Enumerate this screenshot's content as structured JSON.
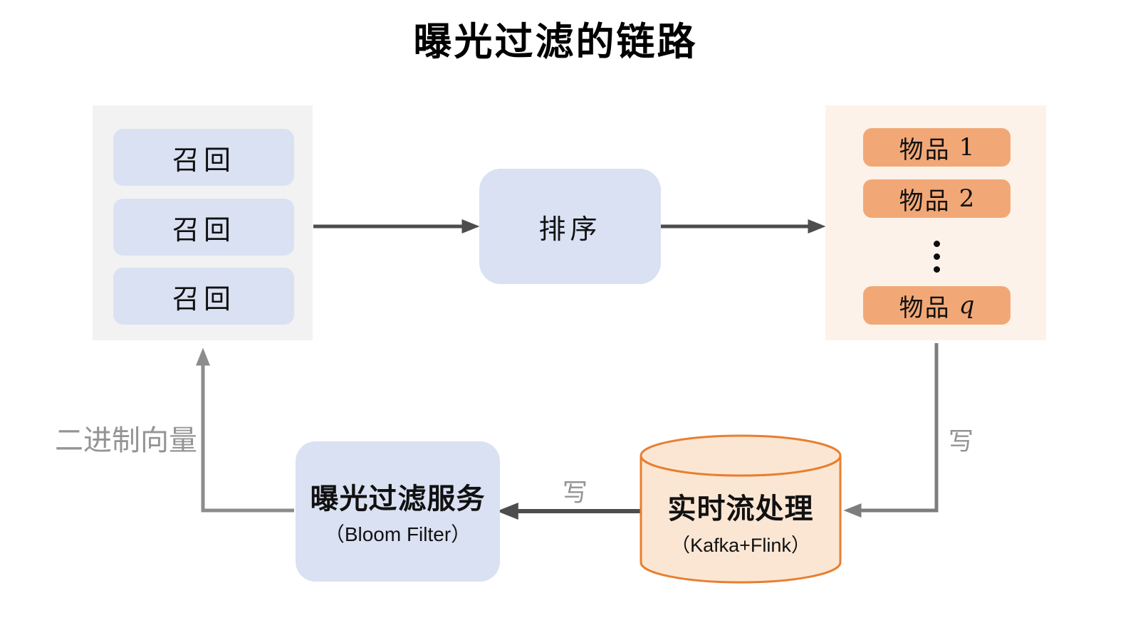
{
  "title": "曝光过滤的链路",
  "recall_panel": {
    "items": [
      {
        "label": "召回"
      },
      {
        "label": "召回"
      },
      {
        "label": "召回"
      }
    ]
  },
  "ranking": {
    "label": "排序"
  },
  "items_panel": {
    "items": [
      {
        "name": "物品",
        "index": "1"
      },
      {
        "name": "物品",
        "index": "2"
      },
      {
        "name": "物品",
        "index": "q"
      }
    ],
    "ellipsis_icon": "vertical-ellipsis"
  },
  "exposure_service": {
    "title": "曝光过滤服务",
    "subtitle": "（Bloom Filter）"
  },
  "stream_processing": {
    "title": "实时流处理",
    "subtitle": "（Kafka+Flink）"
  },
  "edge_labels": {
    "write_items_to_stream": "写",
    "write_stream_to_service": "写",
    "binary_vector": "二进制向量"
  },
  "colors": {
    "blue_box": "#d9e1f3",
    "gray_panel": "#f2f2f2",
    "orange_box": "#f2a876",
    "orange_panel": "#fdf2ea",
    "cylinder_fill": "#fbe6d4",
    "cylinder_stroke": "#e87f2f",
    "arrow_dark": "#4d4d4d",
    "arrow_gray": "#7d7d7d",
    "arrow_light": "#8c8c8c",
    "edge_label_gray": "#949494"
  }
}
